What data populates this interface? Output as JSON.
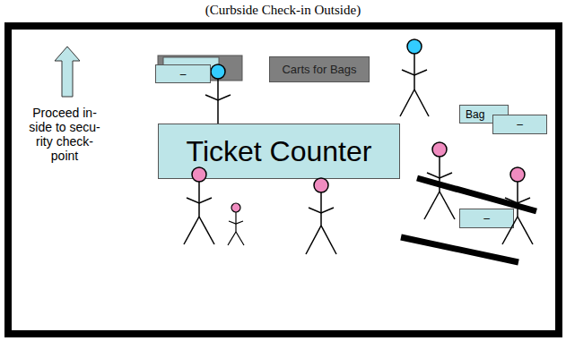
{
  "diagram": {
    "title": "(Curbside Check-in Outside)",
    "nodes": [
      {
        "text": [
          "–"
        ]
      },
      {
        "text": [
          "Carts for Bags"
        ]
      },
      {
        "text": [
          "Bag"
        ]
      },
      {
        "text": [
          "–"
        ]
      },
      {
        "text": [
          "Ticket Counter"
        ]
      },
      {
        "text": [
          "–"
        ]
      }
    ],
    "labels": [
      "Proceed in- side to secu- rity check- point"
    ]
  }
}
